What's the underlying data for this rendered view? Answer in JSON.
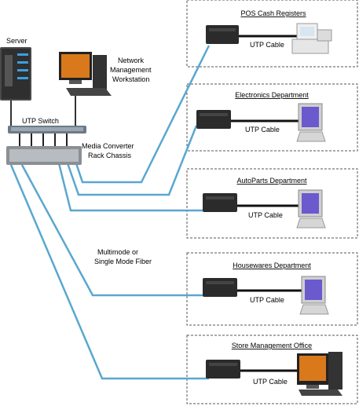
{
  "devices": {
    "server_label": "Server",
    "workstation_label": [
      "Network",
      "Management",
      "Workstation"
    ],
    "switch_label": "UTP Switch",
    "chassis_label": [
      "Media Converter",
      "Rack Chassis"
    ],
    "fiber_label": [
      "Multimode or",
      "Single Mode Fiber"
    ]
  },
  "departments": [
    {
      "title": "POS Cash Registers",
      "cable_label": "UTP Cable",
      "endpoint": "register"
    },
    {
      "title": "Electronics Department",
      "cable_label": "UTP Cable",
      "endpoint": "monitor"
    },
    {
      "title": "AutoParts Department",
      "cable_label": "UTP Cable",
      "endpoint": "monitor"
    },
    {
      "title": "Housewares Department",
      "cable_label": "UTP Cable",
      "endpoint": "monitor"
    },
    {
      "title": "Store Management Office",
      "cable_label": "UTP Cable",
      "endpoint": "pc"
    }
  ],
  "colors": {
    "fiber": "#5aa7cf",
    "box_border": "#555555",
    "screen": "#6a5acd"
  }
}
